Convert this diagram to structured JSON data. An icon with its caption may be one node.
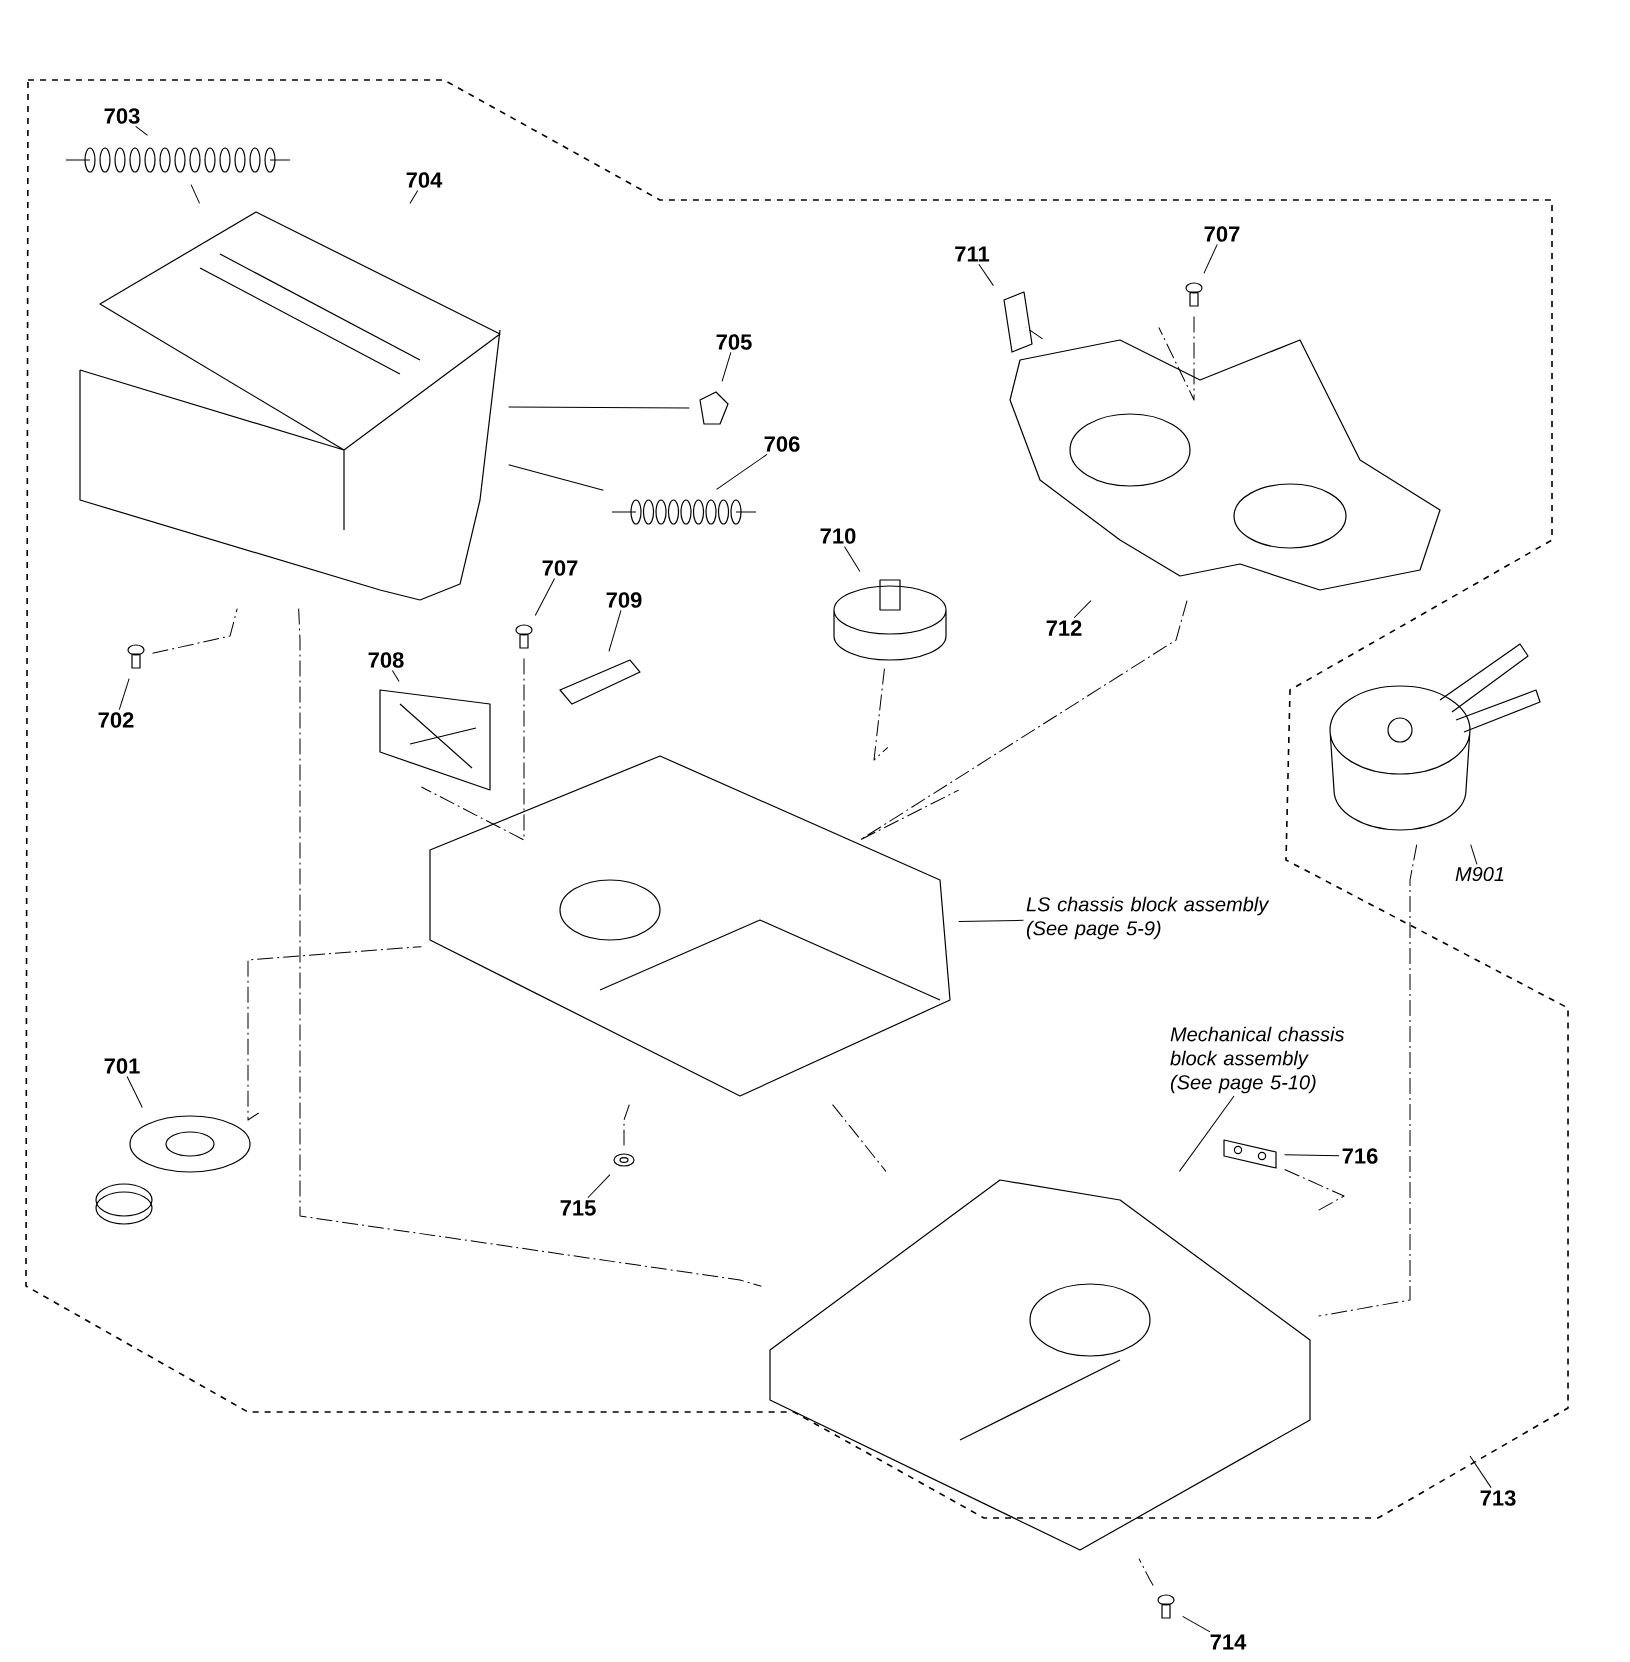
{
  "diagram": {
    "nodes": [
      {
        "text": [
          "703"
        ]
      },
      {
        "text": [
          "704"
        ]
      },
      {
        "text": [
          "705"
        ]
      },
      {
        "text": [
          "706"
        ]
      },
      {
        "text": [
          "711"
        ]
      },
      {
        "text": [
          "707"
        ]
      },
      {
        "text": [
          "710"
        ]
      },
      {
        "text": [
          "712"
        ]
      },
      {
        "text": [
          "707"
        ]
      },
      {
        "text": [
          "709"
        ]
      },
      {
        "text": [
          "708"
        ]
      },
      {
        "text": [
          "702"
        ]
      },
      {
        "text": [
          "M901"
        ]
      },
      {
        "text": [
          "LS chassis block assembly (See page 5-9)"
        ]
      },
      {
        "text": [
          "701"
        ]
      },
      {
        "text": [
          "Mechanical chassis block assembly (See page 5-10)"
        ]
      },
      {
        "text": [
          "716"
        ]
      },
      {
        "text": [
          "715"
        ]
      },
      {
        "text": [
          "713"
        ]
      },
      {
        "text": [
          "714"
        ]
      },
      {
        "text": [],
        "shape": "picture"
      },
      {
        "text": [],
        "shape": "picture"
      },
      {
        "text": [],
        "shape": "picture"
      },
      {
        "text": [],
        "shape": "picture"
      },
      {
        "text": [],
        "shape": "picture"
      },
      {
        "text": [],
        "shape": "picture"
      },
      {
        "text": [],
        "shape": "picture"
      },
      {
        "text": [],
        "shape": "picture"
      },
      {
        "text": [],
        "shape": "picture"
      },
      {
        "text": [],
        "shape": "picture"
      },
      {
        "text": [],
        "shape": "picture"
      },
      {
        "text": [],
        "shape": "picture"
      },
      {
        "text": [],
        "shape": "picture"
      },
      {
        "text": [],
        "shape": "picture"
      },
      {
        "text": [],
        "shape": "picture"
      },
      {
        "text": [],
        "shape": "picture"
      },
      {
        "text": [],
        "shape": "picture"
      },
      {
        "text": [],
        "shape": "picture"
      },
      {
        "text": [],
        "shape": "picture"
      }
    ],
    "edges": [
      {
        "from": 0,
        "to": 20,
        "arrow": "none"
      },
      {
        "from": 1,
        "to": 21,
        "arrow": "none"
      },
      {
        "from": 2,
        "to": 22,
        "arrow": "none"
      },
      {
        "from": 3,
        "to": 23,
        "arrow": "none"
      },
      {
        "from": 4,
        "to": 24,
        "arrow": "none"
      },
      {
        "from": 5,
        "to": 25,
        "arrow": "none"
      },
      {
        "from": 6,
        "to": 26,
        "arrow": "none"
      },
      {
        "from": 7,
        "to": 27,
        "arrow": "none"
      },
      {
        "from": 8,
        "to": 28,
        "arrow": "none"
      },
      {
        "from": 9,
        "to": 29,
        "arrow": "none"
      },
      {
        "from": 10,
        "to": 30,
        "arrow": "none"
      },
      {
        "from": 11,
        "to": 31,
        "arrow": "none"
      },
      {
        "from": 12,
        "to": 32,
        "arrow": "none"
      },
      {
        "from": 13,
        "to": 33,
        "arrow": "none"
      },
      {
        "from": 14,
        "to": 34,
        "arrow": "none"
      },
      {
        "from": 15,
        "to": 35,
        "arrow": "none"
      },
      {
        "from": 16,
        "to": 36,
        "arrow": "none"
      },
      {
        "from": 17,
        "to": 37,
        "arrow": "none"
      },
      {
        "from": 18,
        "to": null,
        "arrow": "none"
      },
      {
        "from": 19,
        "to": 38,
        "arrow": "none"
      },
      {
        "from": 20,
        "to": 21,
        "arrow": "none"
      },
      {
        "from": 22,
        "to": 21,
        "arrow": "none"
      },
      {
        "from": 23,
        "to": 21,
        "arrow": "none"
      },
      {
        "from": 31,
        "to": 21,
        "arrow": "none",
        "style": "dashed"
      },
      {
        "from": 21,
        "to": 35,
        "arrow": "none",
        "style": "dashed"
      },
      {
        "from": 34,
        "to": 33,
        "arrow": "none",
        "style": "dashed"
      },
      {
        "from": 28,
        "to": 33,
        "arrow": "none",
        "style": "dashed"
      },
      {
        "from": 26,
        "to": 33,
        "arrow": "none",
        "style": "dashed"
      },
      {
        "from": 27,
        "to": 33,
        "arrow": "none",
        "style": "dashed"
      },
      {
        "from": 25,
        "to": 27,
        "arrow": "none",
        "style": "dashed"
      },
      {
        "from": 24,
        "to": 27,
        "arrow": "none",
        "style": "dashed"
      },
      {
        "from": 32,
        "to": 35,
        "arrow": "none",
        "style": "dashed"
      },
      {
        "from": 33,
        "to": 37,
        "arrow": "none",
        "style": "dashed"
      },
      {
        "from": 33,
        "to": 35,
        "arrow": "none",
        "style": "dashed"
      },
      {
        "from": 38,
        "to": 35,
        "arrow": "none",
        "style": "dashed"
      },
      {
        "from": 36,
        "to": 35,
        "arrow": "none",
        "style": "dashed"
      }
    ]
  }
}
